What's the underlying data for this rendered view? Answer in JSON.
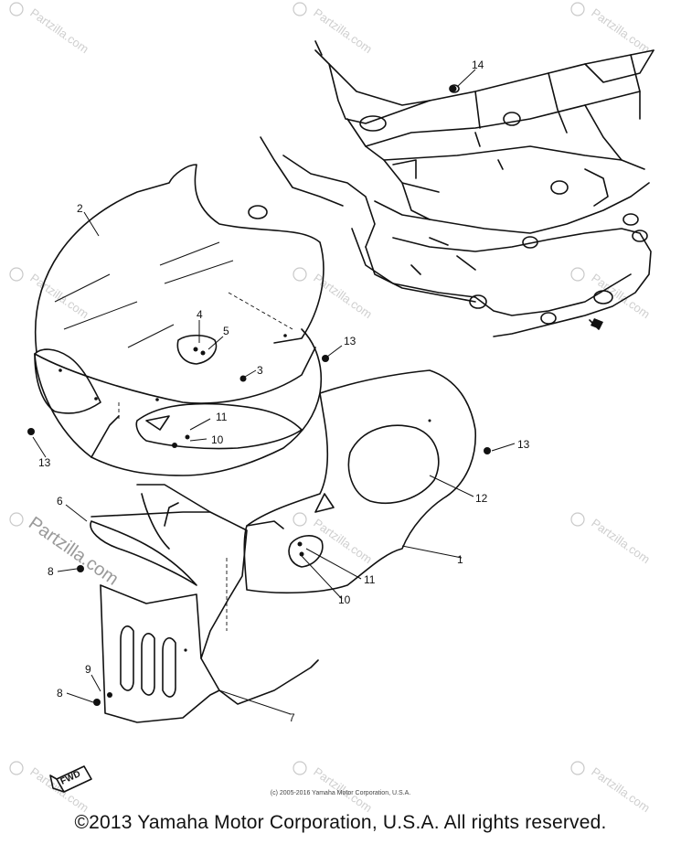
{
  "diagram": {
    "callouts": [
      "1",
      "2",
      "3",
      "4",
      "5",
      "6",
      "7",
      "8",
      "8",
      "9",
      "10",
      "10",
      "11",
      "11",
      "12",
      "13",
      "13",
      "13",
      "14"
    ],
    "fwd_label": "FWD",
    "watermark_text": "Partzilla.com",
    "watermark_large": "Partzilla.com"
  },
  "footer": {
    "small_copyright": "(c) 2005-2016 Yamaha Motor Corporation, U.S.A.",
    "copyright": "©2013 Yamaha Motor Corporation, U.S.A. All rights reserved."
  }
}
